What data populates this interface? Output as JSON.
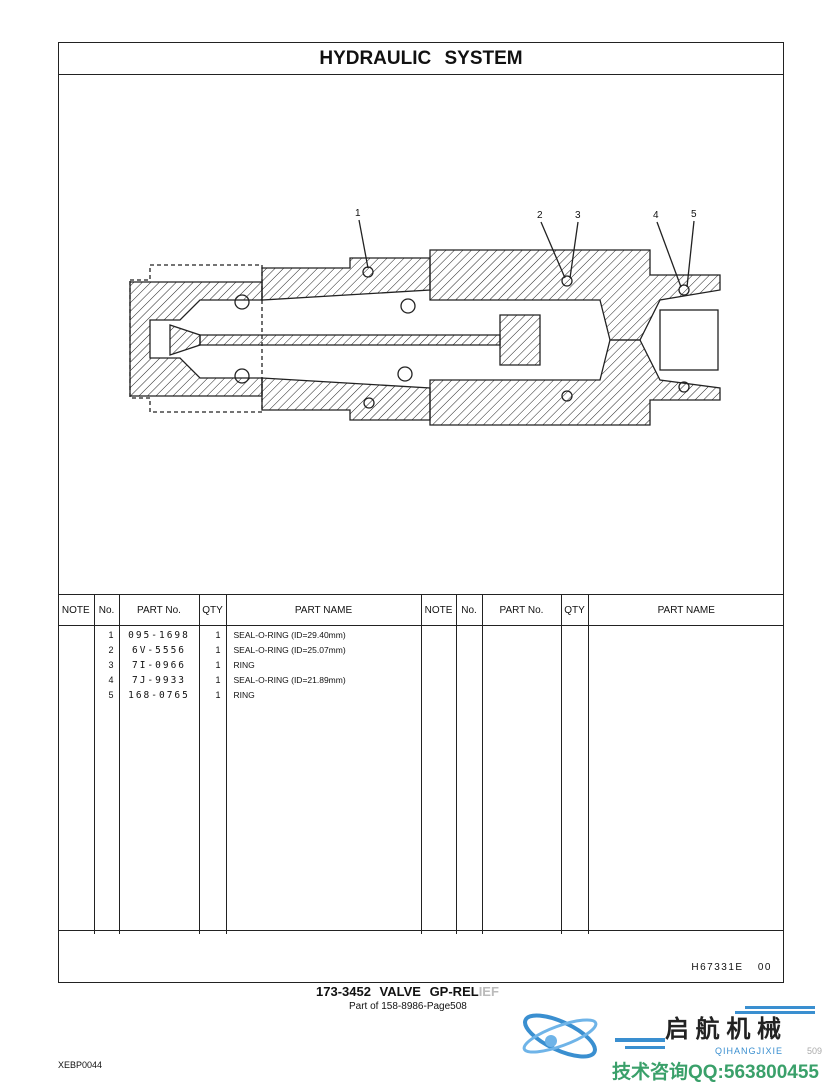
{
  "header": {
    "title": "HYDRAULIC SYSTEM"
  },
  "drawing": {
    "callouts": [
      "1",
      "2",
      "3",
      "4",
      "5"
    ]
  },
  "table": {
    "columns": [
      "NOTE",
      "No.",
      "PART No.",
      "QTY",
      "PART NAME"
    ],
    "rows": [
      {
        "no": "1",
        "part_no": "095-1698",
        "qty": "1",
        "name": "SEAL-O-RING (ID=29.40mm)"
      },
      {
        "no": "2",
        "part_no": "6V-5556",
        "qty": "1",
        "name": "SEAL-O-RING (ID=25.07mm)"
      },
      {
        "no": "3",
        "part_no": "7I-0966",
        "qty": "1",
        "name": "RING"
      },
      {
        "no": "4",
        "part_no": "7J-9933",
        "qty": "1",
        "name": "SEAL-O-RING (ID=21.89mm)"
      },
      {
        "no": "5",
        "part_no": "168-0765",
        "qty": "1",
        "name": "RING"
      }
    ]
  },
  "footer": {
    "code": "H67331E 00",
    "caption_main": "173-3452 VALVE GP-REL",
    "caption_fade": "IEF",
    "caption_sub": "Part of 158-8986-Page508",
    "doc_id": "XEBP0044"
  },
  "watermark": {
    "brand_cn": "启 航 机 械",
    "brand_pinyin": "QIHANGJIXIE",
    "page": "509",
    "contact": "技术咨询QQ:563800455"
  },
  "colors": {
    "watermark_blue": "#3a8fd0",
    "watermark_green": "#3aa06a"
  }
}
